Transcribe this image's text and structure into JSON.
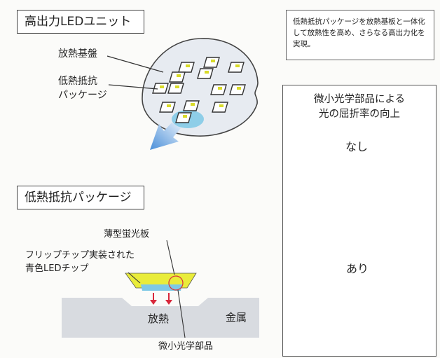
{
  "led_unit": {
    "title": "高出力LEDユニット",
    "label_substrate": "放熱基盤",
    "label_package_line1": "低熱抵抗",
    "label_package_line2": "パッケージ"
  },
  "note": {
    "text": "低熱抵抗パッケージを放熱基板と一体化して放熱性を高め、さらなる高出力化を実現。"
  },
  "package": {
    "title": "低熱抵抗パッケージ",
    "label_phosphor": "薄型蛍光板",
    "label_chip_line1": "フリップチップ実装された",
    "label_chip_line2": "青色LEDチップ",
    "label_metal": "金属",
    "label_heat": "放熱",
    "label_micro_optics": "微小光学部品"
  },
  "refraction": {
    "heading_line1": "微小光学部品による",
    "heading_line2": "光の屈折率の向上",
    "without_label": "なし",
    "with_label": "あり"
  },
  "colors": {
    "blue": "#7ec9e6",
    "yellow": "#e9ec3a",
    "orange_line": "#d79a2e",
    "arrow_blue": "#3b86d8",
    "heat_red": "#d8283b",
    "substrate": "#e7ebf1"
  },
  "icons": [
    "arrow-down-icon",
    "heat-arrow-icon",
    "refraction-arrow-icon"
  ]
}
